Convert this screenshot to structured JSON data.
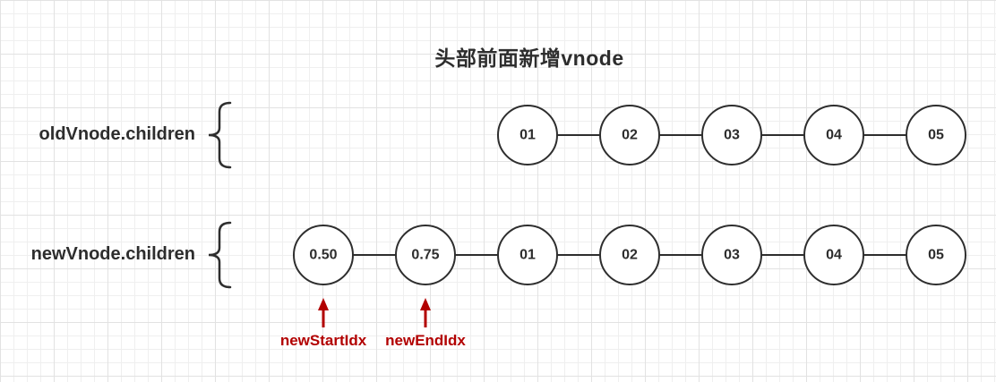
{
  "title": "头部前面新增vnode",
  "rows": [
    {
      "label": "oldVnode.children",
      "nodes": [
        "01",
        "02",
        "03",
        "04",
        "05"
      ]
    },
    {
      "label": "newVnode.children",
      "nodes": [
        "0.50",
        "0.75",
        "01",
        "02",
        "03",
        "04",
        "05"
      ]
    }
  ],
  "pointers": [
    {
      "label": "newStartIdx",
      "row": 1,
      "node_index": 0
    },
    {
      "label": "newEndIdx",
      "row": 1,
      "node_index": 1
    }
  ],
  "colors": {
    "stroke": "#2e2e2e",
    "text": "#2d2d2d",
    "node_fill": "#ffffff",
    "pointer_red": "#b20000",
    "grid_minor": "#efefef",
    "grid_major": "#e2e2e2"
  }
}
